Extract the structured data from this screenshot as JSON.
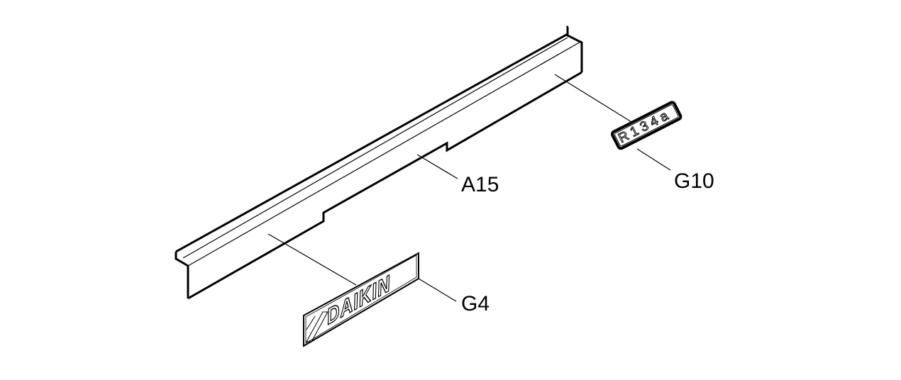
{
  "diagram": {
    "type": "exploded-parts-diagram",
    "colors": {
      "line": "#000000",
      "background": "#ffffff"
    },
    "parts": [
      {
        "id": "A15",
        "label": "A15",
        "description": "long formed sheet-metal rail / panel"
      },
      {
        "id": "G10",
        "label": "G10",
        "description": "refrigerant label decal",
        "decal_text": "R134a"
      },
      {
        "id": "G4",
        "label": "G4",
        "description": "brand nameplate decal",
        "decal_text": "DAIKIN"
      }
    ]
  }
}
